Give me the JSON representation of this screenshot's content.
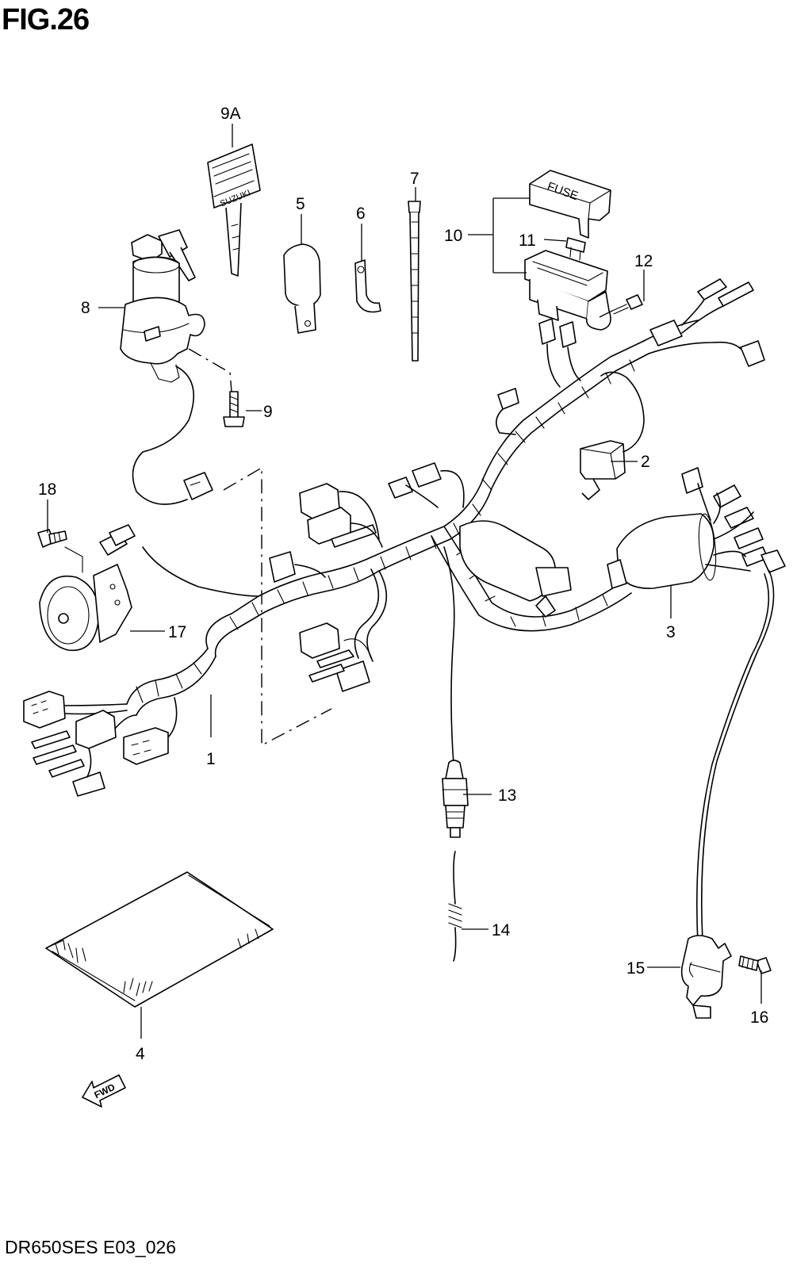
{
  "figure": {
    "title": "FIG.26",
    "footer": "DR650SES E03_026"
  },
  "callouts": [
    {
      "id": "9A",
      "label": "9A"
    },
    {
      "id": "5",
      "label": "5"
    },
    {
      "id": "6",
      "label": "6"
    },
    {
      "id": "7",
      "label": "7"
    },
    {
      "id": "10",
      "label": "10"
    },
    {
      "id": "11",
      "label": "11"
    },
    {
      "id": "12",
      "label": "12"
    },
    {
      "id": "8",
      "label": "8"
    },
    {
      "id": "9",
      "label": "9"
    },
    {
      "id": "2",
      "label": "2"
    },
    {
      "id": "18",
      "label": "18"
    },
    {
      "id": "17",
      "label": "17"
    },
    {
      "id": "3",
      "label": "3"
    },
    {
      "id": "1",
      "label": "1"
    },
    {
      "id": "13",
      "label": "13"
    },
    {
      "id": "14",
      "label": "14"
    },
    {
      "id": "15",
      "label": "15"
    },
    {
      "id": "16",
      "label": "16"
    },
    {
      "id": "4",
      "label": "4"
    }
  ],
  "embossed": {
    "key": "SUZUKI",
    "fuse_cover": "FUSE",
    "direction": "FWD"
  }
}
